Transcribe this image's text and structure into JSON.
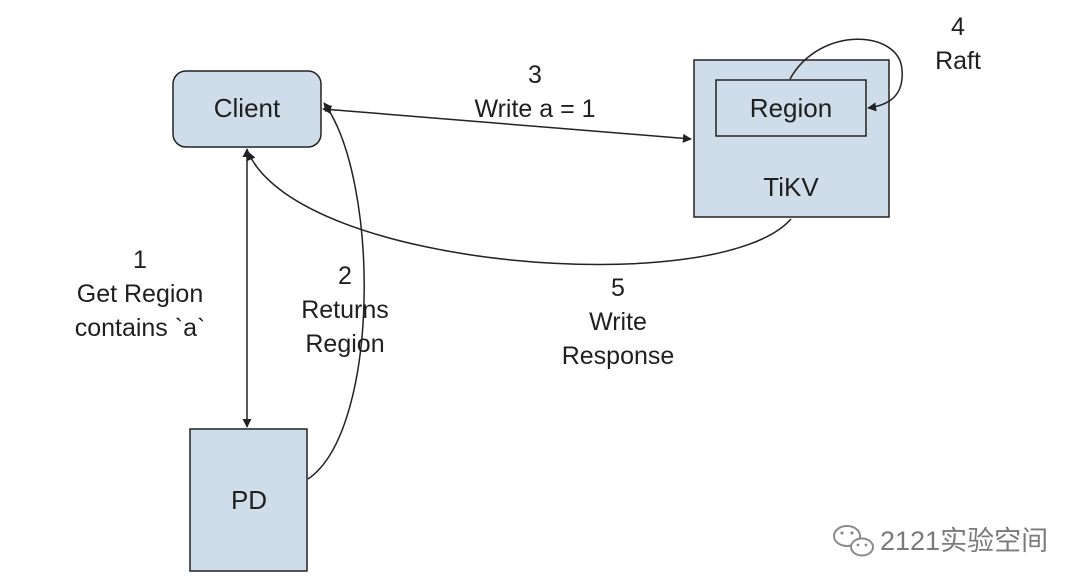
{
  "nodes": {
    "client": "Client",
    "tikv": "TiKV",
    "region": "Region",
    "pd": "PD"
  },
  "edges": {
    "step1": {
      "number": "1",
      "line1": "Get Region",
      "line2": "contains `a`"
    },
    "step2": {
      "number": "2",
      "line1": "Returns",
      "line2": "Region"
    },
    "step3": {
      "number": "3",
      "line1": "Write a = 1"
    },
    "step4": {
      "number": "4",
      "line1": "Raft"
    },
    "step5": {
      "number": "5",
      "line1": "Write",
      "line2": "Response"
    }
  },
  "watermark": "2121实验空间",
  "colors": {
    "box_fill": "#cfdcea",
    "stroke": "#222222"
  }
}
